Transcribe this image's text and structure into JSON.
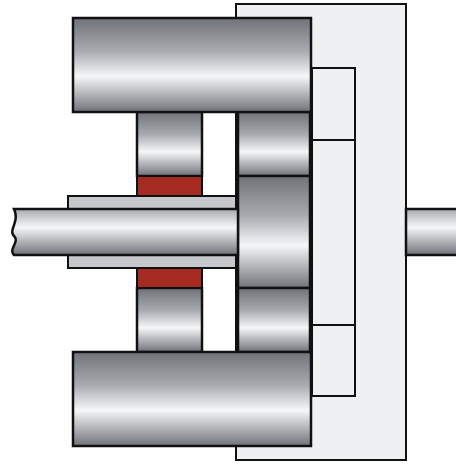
{
  "diagram": {
    "labels": [],
    "parts": [
      {
        "id": "outer-housing",
        "kind": "flat-plate"
      },
      {
        "id": "inner-plate",
        "kind": "flat-plate"
      },
      {
        "id": "top-large-roller",
        "kind": "cylinder"
      },
      {
        "id": "bottom-large-roller",
        "kind": "cylinder"
      },
      {
        "id": "upper-left-small-roller",
        "kind": "cylinder"
      },
      {
        "id": "lower-left-small-roller",
        "kind": "cylinder"
      },
      {
        "id": "upper-right-roller",
        "kind": "cylinder"
      },
      {
        "id": "center-right-roller",
        "kind": "cylinder"
      },
      {
        "id": "lower-right-roller",
        "kind": "cylinder"
      },
      {
        "id": "input-shaft",
        "kind": "shaft"
      },
      {
        "id": "output-shaft",
        "kind": "shaft"
      },
      {
        "id": "sleeve",
        "kind": "flat-plate"
      },
      {
        "id": "upper-seal",
        "kind": "seal"
      },
      {
        "id": "lower-seal",
        "kind": "seal"
      }
    ]
  },
  "colors": {
    "outline": "#111111",
    "plate_fill": "#eef0f2",
    "sleeve_fill": "#c6c8cb",
    "seal_fill": "#a52a22",
    "metal_dark": "#6f7378",
    "metal_mid": "#a7abb0",
    "metal_light": "#f5f6f7"
  }
}
